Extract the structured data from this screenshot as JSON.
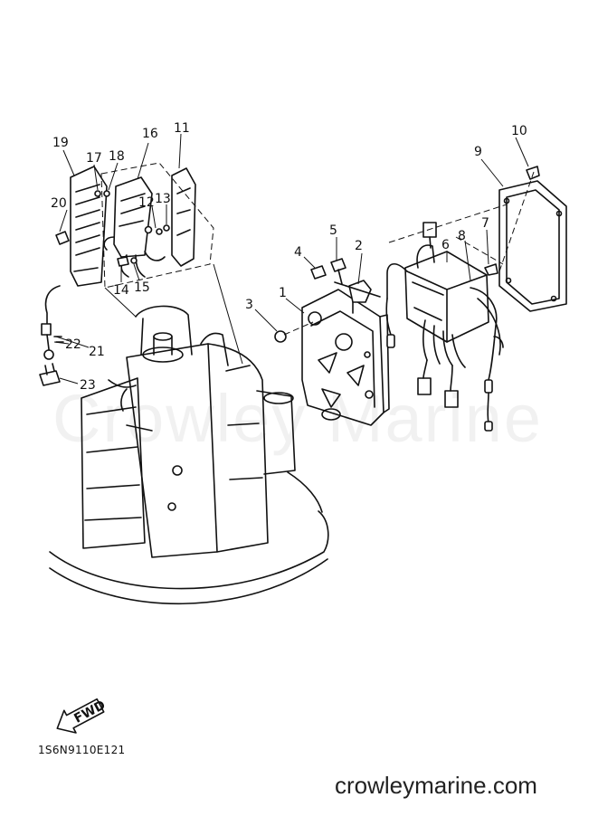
{
  "diagram": {
    "callouts": [
      "1",
      "2",
      "3",
      "4",
      "5",
      "6",
      "7",
      "8",
      "9",
      "10",
      "11",
      "12",
      "13",
      "14",
      "15",
      "16",
      "17",
      "18",
      "19",
      "20",
      "21",
      "22",
      "23"
    ],
    "direction_label": "FWD",
    "drawing_code": "1S6N9110E121",
    "watermark": "Crowley Marine",
    "site_url": "crowleymarine.com"
  }
}
